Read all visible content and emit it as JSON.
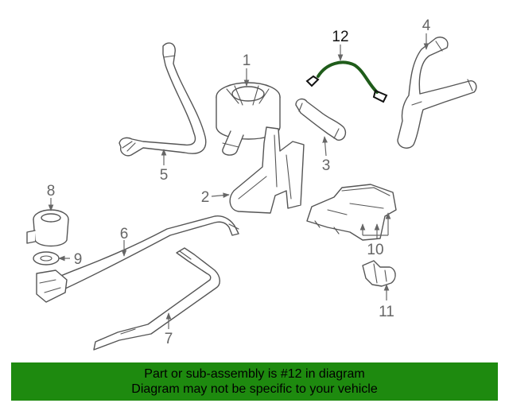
{
  "callouts": {
    "c1": "1",
    "c2": "2",
    "c3": "3",
    "c4": "4",
    "c5": "5",
    "c6": "6",
    "c7": "7",
    "c8": "8",
    "c9": "9",
    "c10": "10",
    "c11": "11",
    "c12": "12"
  },
  "banner": {
    "line1": "Part or sub-assembly is #12 in diagram",
    "line2": "Diagram may not be specific to your vehicle"
  },
  "colors": {
    "banner_bg": "#1e8a0f",
    "highlight_wire": "#1f5c1a",
    "line_art": "#555555"
  }
}
